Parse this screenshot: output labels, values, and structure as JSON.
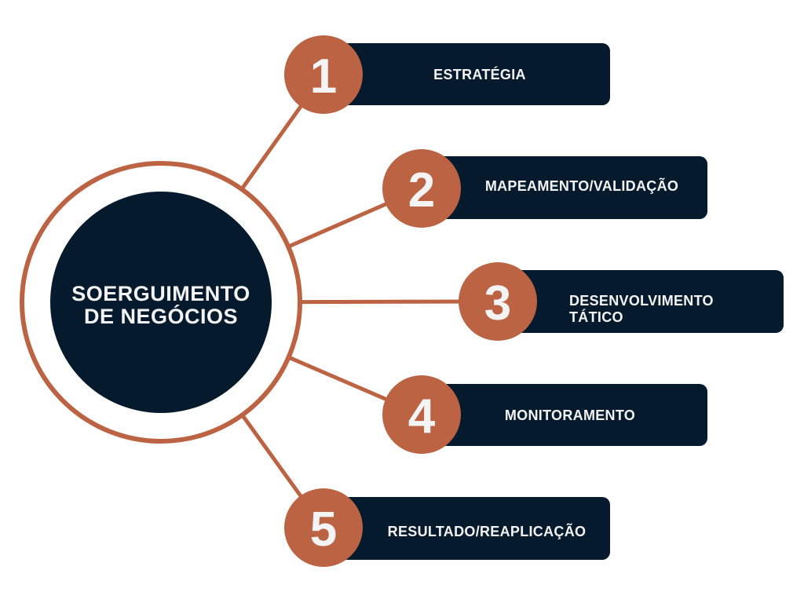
{
  "colors": {
    "accent": "#BC6343",
    "navy": "#061A2D",
    "text": "#F4F4F4"
  },
  "center": {
    "line1": "SOERGUIMENTO",
    "line2": "DE NEGÓCIOS"
  },
  "steps": [
    {
      "number": "1",
      "label": "ESTRATÉGIA"
    },
    {
      "number": "2",
      "label": "MAPEAMENTO/VALIDAÇÃO"
    },
    {
      "number": "3",
      "label": "DESENVOLVIMENTO",
      "label2": "TÁTICO"
    },
    {
      "number": "4",
      "label": "MONITORAMENTO"
    },
    {
      "number": "5",
      "label": "RESULTADO/REAPLICAÇÃO"
    }
  ]
}
